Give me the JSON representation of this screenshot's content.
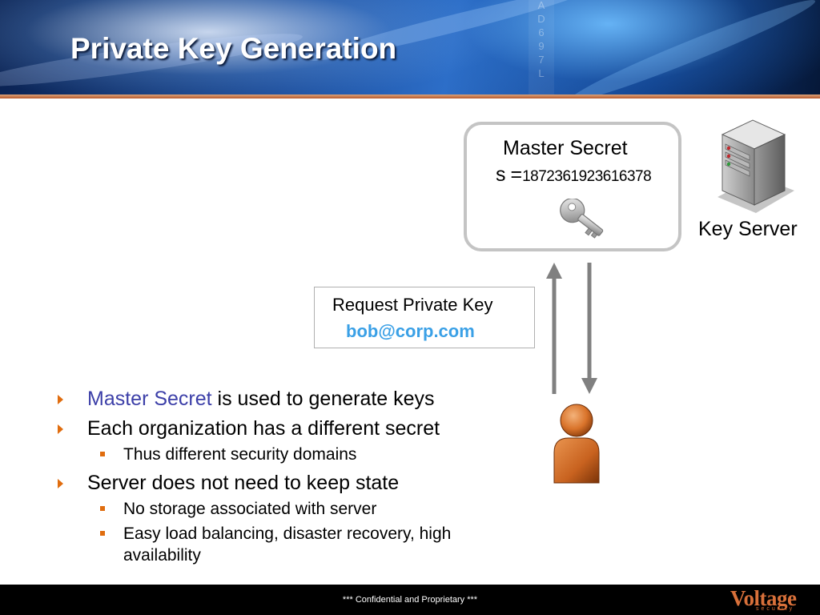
{
  "slide": {
    "title": "Private Key Generation",
    "header_digits": "A D 6 9 7 L"
  },
  "master_secret": {
    "title": "Master Secret",
    "var": "s",
    "eq": "=",
    "value": "1872361923616378"
  },
  "server": {
    "label": "Key Server"
  },
  "request": {
    "label": "Request Private Key",
    "email": "bob@corp.com"
  },
  "bullets": [
    {
      "highlight": "Master Secret",
      "text": " is used to generate keys"
    },
    {
      "text": "Each organization has a different secret"
    },
    {
      "text": "Thus different security domains"
    },
    {
      "text": "Server does not need to keep state"
    },
    {
      "text": "No storage associated with server"
    },
    {
      "text": "Easy load balancing, disaster recovery, high availability"
    }
  ],
  "footer": {
    "text": "*** Confidential and Proprietary ***",
    "logo": "Voltage",
    "logo_sub": "security"
  },
  "icons": {
    "key": "key-icon",
    "server": "server-icon",
    "person": "person-icon",
    "arrow_up": "arrow-up-icon",
    "arrow_down": "arrow-down-icon",
    "bullet": "triangle-bullet-icon",
    "sub_bullet": "square-bullet-icon"
  },
  "colors": {
    "accent_orange": "#e06d0f",
    "highlight_blue": "#3c3fa8",
    "email_blue": "#3aa0e6",
    "box_border": "#c4c4c4",
    "arrow_gray": "#808080"
  }
}
